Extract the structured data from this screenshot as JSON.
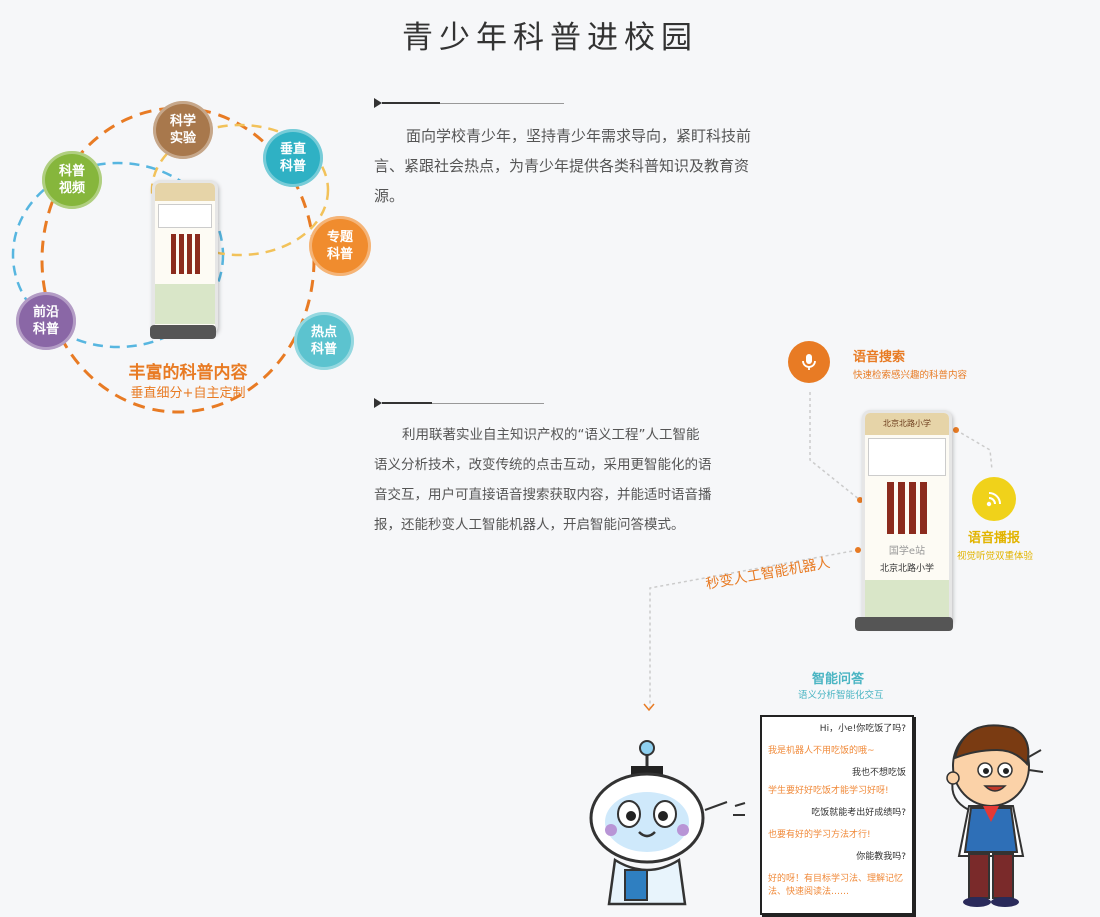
{
  "page_title": "青少年科普进校园",
  "section1": {
    "paragraph": "面向学校青少年，坚持青少年需求导向，紧盯科技前言、紧跟社会热点，为青少年提供各类科普知识及教育资源。"
  },
  "section2": {
    "paragraph": "利用联著实业自主知识产权的“语义工程”人工智能语义分析技术，改变传统的点击互动，采用更智能化的语音交互，用户可直接语音搜索获取内容，并能适时语音播报，还能秒变人工智能机器人，开启智能问答模式。"
  },
  "content_wheel": {
    "title": "丰富的科普内容",
    "subtitle": "垂直细分+自主定制",
    "topics": [
      {
        "line1": "科学",
        "line2": "实验",
        "color": "#a8784c"
      },
      {
        "line1": "垂直",
        "line2": "科普",
        "color": "#2fb1c4"
      },
      {
        "line1": "专题",
        "line2": "科普",
        "color": "#f08c2e"
      },
      {
        "line1": "热点",
        "line2": "科普",
        "color": "#5cc3cf"
      },
      {
        "line1": "前沿",
        "line2": "科普",
        "color": "#8a67a6"
      },
      {
        "line1": "科普",
        "line2": "视频",
        "color": "#86b63c"
      }
    ]
  },
  "kiosk": {
    "header_text": "北京北路小学",
    "bottom_text": "国学e站",
    "school_text": "北京北路小学"
  },
  "features": {
    "voice_search": {
      "title": "语音搜索",
      "subtitle": "快速检索感兴趣的科普内容",
      "color": "#e87b24"
    },
    "voice_broadcast": {
      "title": "语音播报",
      "subtitle": "视觉听觉双重体验",
      "color": "#e2b400"
    },
    "robot": {
      "title": "秒变人工智能机器人",
      "color": "#e87b24"
    },
    "qa": {
      "title": "智能问答",
      "subtitle": "语义分析智能化交互",
      "color": "#4bb5c3"
    }
  },
  "chat": [
    {
      "side": "right",
      "text": "Hi，小e!你吃饭了吗?"
    },
    {
      "side": "left",
      "text": "我是机器人不用吃饭的哦~"
    },
    {
      "side": "right",
      "text": "我也不想吃饭"
    },
    {
      "side": "left",
      "text": "学生要好好吃饭才能学习好呀!"
    },
    {
      "side": "right",
      "text": "吃饭就能考出好成绩吗?"
    },
    {
      "side": "left",
      "text": "也要有好的学习方法才行!"
    },
    {
      "side": "right",
      "text": "你能教我吗?"
    },
    {
      "side": "left",
      "text": "好的呀！有目标学习法、理解记忆法、快速阅读法……"
    }
  ]
}
